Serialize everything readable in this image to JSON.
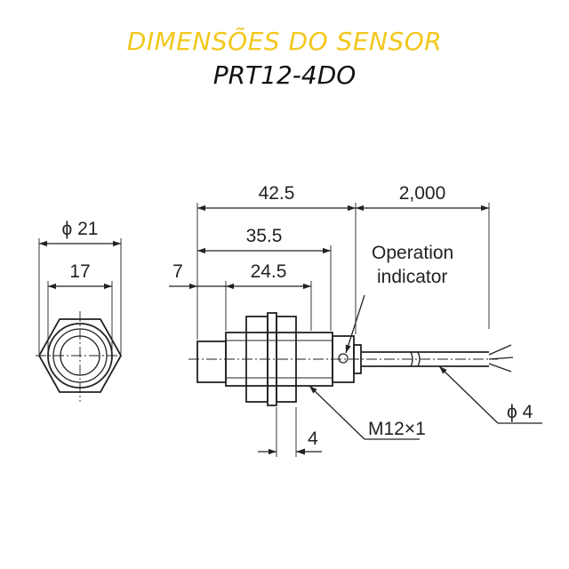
{
  "title": "DIMENSÕES DO SENSOR",
  "model": "PRT12-4DO",
  "colors": {
    "title_accent": "#f2c81b",
    "line": "#222222"
  },
  "dimensions": {
    "diameter_outer": "ϕ 21",
    "width_flats": "17",
    "overall_length": "42.5",
    "thread_length": "35.5",
    "body_length": "24.5",
    "head_offset": "7",
    "cable_length": "2,000",
    "nut_thickness": "4",
    "thread_spec": "M12×1",
    "cable_diameter": "ϕ 4"
  },
  "labels": {
    "indicator_line1": "Operation",
    "indicator_line2": "indicator"
  }
}
